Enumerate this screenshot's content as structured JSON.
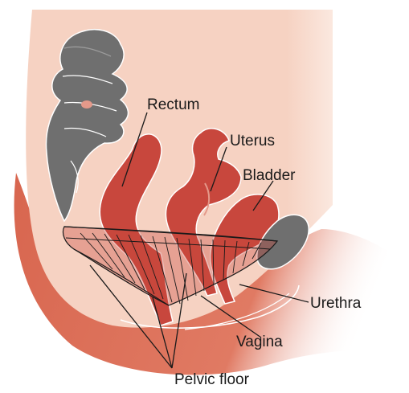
{
  "labels": {
    "rectum": "Rectum",
    "uterus": "Uterus",
    "bladder": "Bladder",
    "urethra": "Urethra",
    "vagina": "Vagina",
    "pelvic_floor": "Pelvic floor"
  },
  "colors": {
    "body_skin": "#f6d2c2",
    "thigh": "#d8664f",
    "organ": "#c8473d",
    "organ_light": "#e4998a",
    "bone": "#6f6f6f",
    "bone_light": "#9b9b9b",
    "line": "#1a1a1a"
  },
  "icons": {
    "sacrum": "vertebral-column",
    "pubic_bone": "pubic-bone"
  }
}
